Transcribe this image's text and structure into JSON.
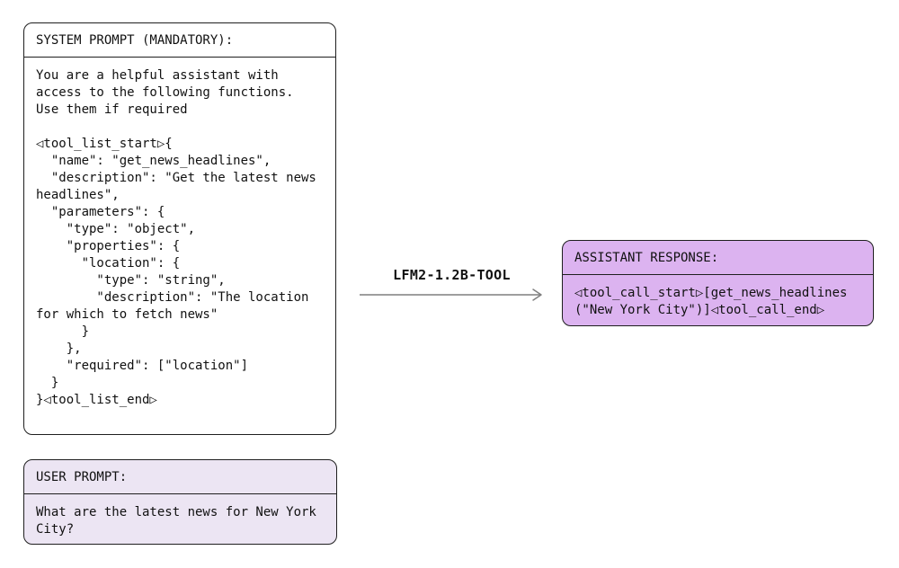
{
  "colors": {
    "border": "#1f1f1f",
    "system-bg": "#ffffff",
    "user-bg": "#ece5f3",
    "assistant-bg": "#dcb3f0",
    "arrow": "#7f7f7f"
  },
  "system_prompt": {
    "header": "SYSTEM PROMPT (MANDATORY):",
    "body": "You are a helpful assistant with\naccess to the following functions.\nUse them if required\n\n◁tool_list_start▷{\n  \"name\": \"get_news_headlines\",\n  \"description\": \"Get the latest news\nheadlines\",\n  \"parameters\": {\n    \"type\": \"object\",\n    \"properties\": {\n      \"location\": {\n        \"type\": \"string\",\n        \"description\": \"The location\nfor which to fetch news\"\n      }\n    },\n    \"required\": [\"location\"]\n  }\n}◁tool_list_end▷"
  },
  "user_prompt": {
    "header": "USER PROMPT:",
    "body": "What are the latest news for New York\nCity?"
  },
  "assistant_response": {
    "header": "ASSISTANT RESPONSE:",
    "body": "◁tool_call_start▷[get_news_headlines\n(\"New York City\")]◁tool_call_end▷"
  },
  "model": {
    "label": "LFM2-1.2B-TOOL"
  }
}
